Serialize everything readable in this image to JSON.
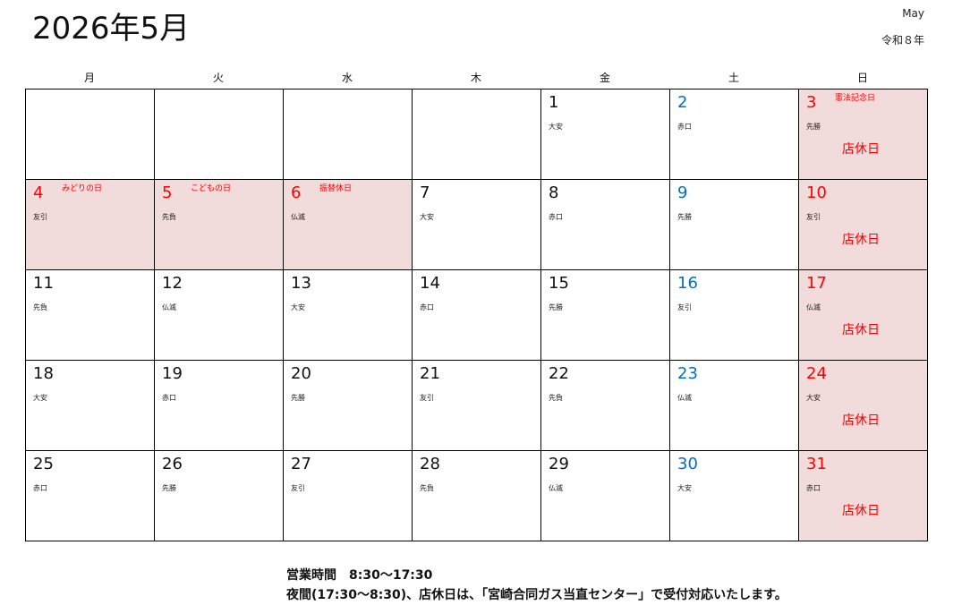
{
  "header": {
    "title": "2026年5月",
    "month_en": "May",
    "era": "令和８年"
  },
  "weekdays": [
    "月",
    "火",
    "水",
    "木",
    "金",
    "土",
    "日"
  ],
  "closed_label": "店休日",
  "weeks": [
    [
      null,
      null,
      null,
      null,
      {
        "d": "1",
        "r": "大安"
      },
      {
        "d": "2",
        "r": "赤口",
        "c": "blue"
      },
      {
        "d": "3",
        "r": "先勝",
        "c": "red",
        "h": "憲法記念日",
        "closed": true
      }
    ],
    [
      {
        "d": "4",
        "r": "友引",
        "c": "red",
        "h": "みどりの日",
        "pink": true
      },
      {
        "d": "5",
        "r": "先負",
        "c": "red",
        "h": "こどもの日",
        "pink": true
      },
      {
        "d": "6",
        "r": "仏滅",
        "c": "red",
        "h": "振替休日",
        "pink": true
      },
      {
        "d": "7",
        "r": "大安"
      },
      {
        "d": "8",
        "r": "赤口"
      },
      {
        "d": "9",
        "r": "先勝",
        "c": "blue"
      },
      {
        "d": "10",
        "r": "友引",
        "c": "red",
        "closed": true
      }
    ],
    [
      {
        "d": "11",
        "r": "先負"
      },
      {
        "d": "12",
        "r": "仏滅"
      },
      {
        "d": "13",
        "r": "大安"
      },
      {
        "d": "14",
        "r": "赤口"
      },
      {
        "d": "15",
        "r": "先勝"
      },
      {
        "d": "16",
        "r": "友引",
        "c": "blue"
      },
      {
        "d": "17",
        "r": "仏滅",
        "c": "red",
        "closed": true
      }
    ],
    [
      {
        "d": "18",
        "r": "大安"
      },
      {
        "d": "19",
        "r": "赤口"
      },
      {
        "d": "20",
        "r": "先勝"
      },
      {
        "d": "21",
        "r": "友引"
      },
      {
        "d": "22",
        "r": "先負"
      },
      {
        "d": "23",
        "r": "仏滅",
        "c": "blue"
      },
      {
        "d": "24",
        "r": "大安",
        "c": "red",
        "closed": true
      }
    ],
    [
      {
        "d": "25",
        "r": "赤口"
      },
      {
        "d": "26",
        "r": "先勝"
      },
      {
        "d": "27",
        "r": "友引"
      },
      {
        "d": "28",
        "r": "先負"
      },
      {
        "d": "29",
        "r": "仏滅"
      },
      {
        "d": "30",
        "r": "大安",
        "c": "blue"
      },
      {
        "d": "31",
        "r": "赤口",
        "c": "red",
        "closed": true
      }
    ]
  ],
  "footer": {
    "hours": "営業時間　8:30～17:30",
    "note": "夜間(17:30～8:30)、店休日は、「宮崎合同ガス当直センター」で受付対応いたします。"
  }
}
